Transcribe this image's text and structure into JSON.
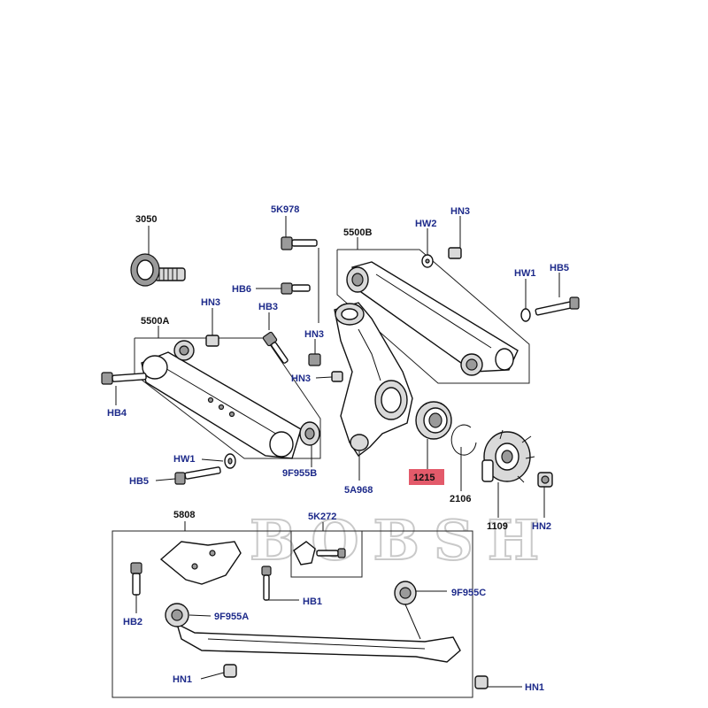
{
  "watermark": "BOBSH",
  "callouts": {
    "c3050": "3050",
    "c5k978": "5K978",
    "c5500b": "5500B",
    "chw2": "HW2",
    "chn3_top": "HN3",
    "chw1_right": "HW1",
    "chb5_right": "HB5",
    "chb6": "HB6",
    "chn3_left": "HN3",
    "chb3": "HB3",
    "c5500a": "5500A",
    "chn3_mid": "HN3",
    "chn3_lower": "HN3",
    "chb4": "HB4",
    "chw1_left": "HW1",
    "c9f955b": "9F955B",
    "chb5_left": "HB5",
    "c5a968": "5A968",
    "c1215": "1215",
    "c2106": "2106",
    "c1109": "1109",
    "chn2": "HN2",
    "c5808": "5808",
    "c5k272": "5K272",
    "chb2": "HB2",
    "chb1": "HB1",
    "c9f955c": "9F955C",
    "c9f955a": "9F955A",
    "chn1_left": "HN1",
    "chn1_right": "HN1"
  },
  "colors": {
    "label": "#1d2a8a",
    "highlight": "#e35a6a"
  }
}
